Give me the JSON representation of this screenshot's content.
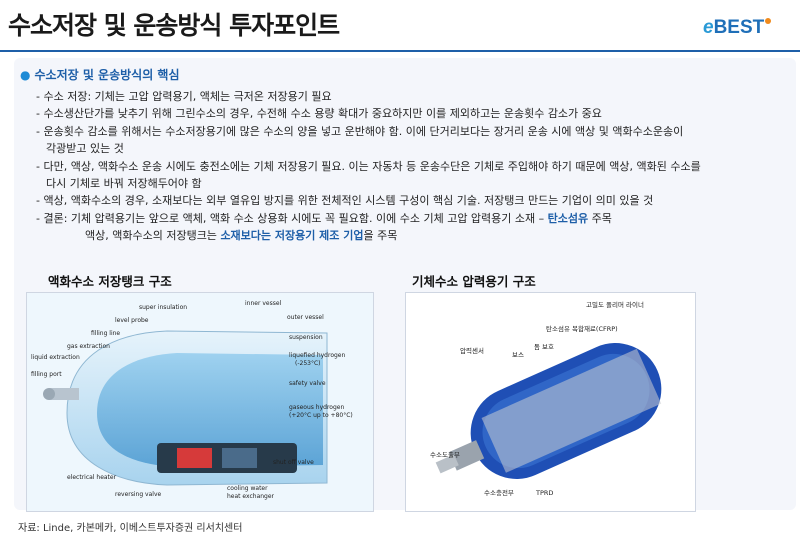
{
  "title": "수소저장 및 운송방식 투자포인트",
  "logo": {
    "e": "e",
    "text": "BEST"
  },
  "panel": {
    "heading": "수소저장 및 운송방식의 핵심",
    "lines": [
      "- 수소 저장: 기체는 고압 압력용기, 액체는 극저온 저장용기 필요",
      "- 수소생산단가를 낮추기 위해 그린수소의 경우, 수전해 수소 용량 확대가 중요하지만 이를 제외하고는 운송횟수 감소가 중요",
      "- 운송횟수 감소를 위해서는 수소저장용기에 많은 수소의 양을 넣고 운반해야 함. 이에 단거리보다는 장거리 운송 시에 액상 및 액화수소운송이",
      "각광받고 있는 것",
      "- 다만, 액상, 액화수소 운송 시에도 충전소에는 기체 저장용기 필요. 이는 자동차 등 운송수단은 기체로 주입해야 하기 때문에 액상, 액화된 수소를",
      "다시 기체로 바꿔 저장해두어야 함",
      "- 액상, 액화수소의 경우, 소재보다는 외부 열유입 방지를 위한 전체적인 시스템 구성이 핵심 기술. 저장탱크 만드는 기업이 의미 있을 것"
    ],
    "conclusion_a": "- 결론: 기체 압력용기는 앞으로 액체, 액화 수소 상용화 시에도 꼭 필요함. 이에 수소 기체 고압 압력용기 소재 – ",
    "conclusion_hl1": "탄소섬유",
    "conclusion_b": " 주목",
    "conclusion2_a": "액상, 액화수소의 저장탱크는 ",
    "conclusion_hl2": "소재보다는 저장용기 제조 기업",
    "conclusion2_b": "을 주목"
  },
  "left_figure": {
    "title": "액화수소 저장탱크 구조",
    "labels": [
      "inner vessel",
      "super insulation",
      "outer vessel",
      "level probe",
      "filling line",
      "suspension",
      "gas extraction",
      "liquefied hydrogen",
      "(-253°C)",
      "liquid extraction",
      "filling port",
      "safety valve",
      "gaseous hydrogen",
      "(+20°C up to +80°C)",
      "shut off valve",
      "electrical heater",
      "reversing valve",
      "cooling water",
      "heat exchanger"
    ]
  },
  "right_figure": {
    "title": "기체수소 압력용기 구조",
    "labels": [
      "고밀도 폴리머 라이너",
      "탄소섬유 복합재료(CFRP)",
      "돔 보호",
      "보스",
      "압력센서",
      "수소도출부",
      "수소충전부",
      "TPRD"
    ]
  },
  "source": "자료: Linde, 카본메카, 이베스트투자증권 리서치센터",
  "colors": {
    "accent": "#1e5fa8",
    "tank_blue": "#1f4fb5"
  }
}
